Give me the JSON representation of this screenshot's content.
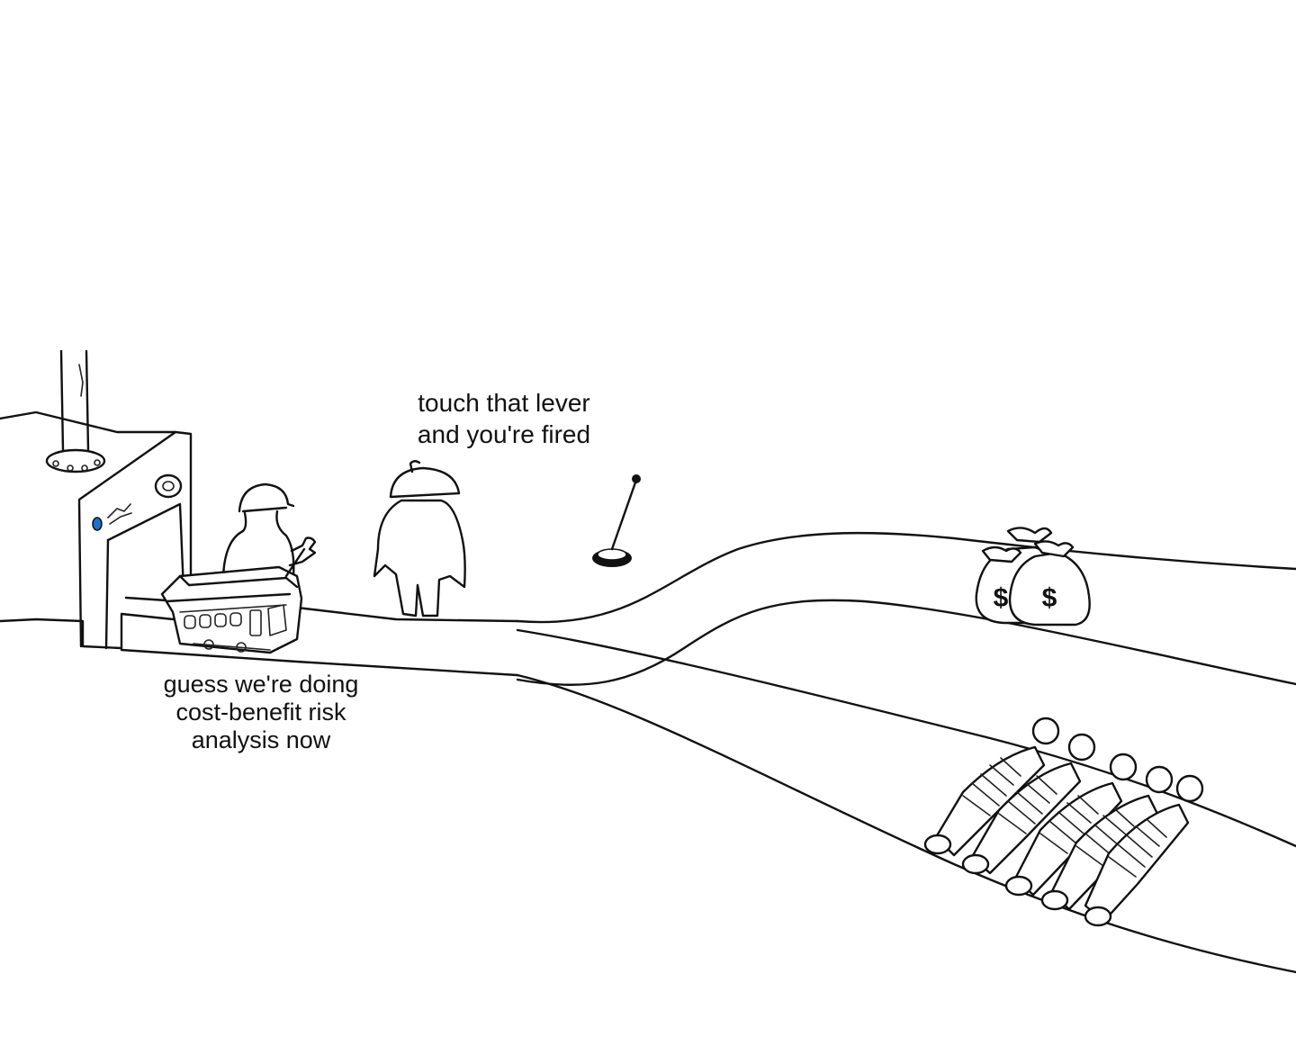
{
  "captions": {
    "boss": [
      "touch that lever",
      "and you're fired"
    ],
    "worker": [
      "guess we're doing",
      "cost-benefit risk",
      "analysis now"
    ]
  },
  "bags": {
    "symbol": "$"
  },
  "icons": {
    "factory": "factory-building-icon",
    "worker": "hardhat-worker-icon",
    "boss": "boss-silhouette-icon",
    "trolley": "trolley-car-icon",
    "lever": "lever-switch-icon",
    "bags": "money-bag-icon",
    "people": "tied-people-icon"
  }
}
